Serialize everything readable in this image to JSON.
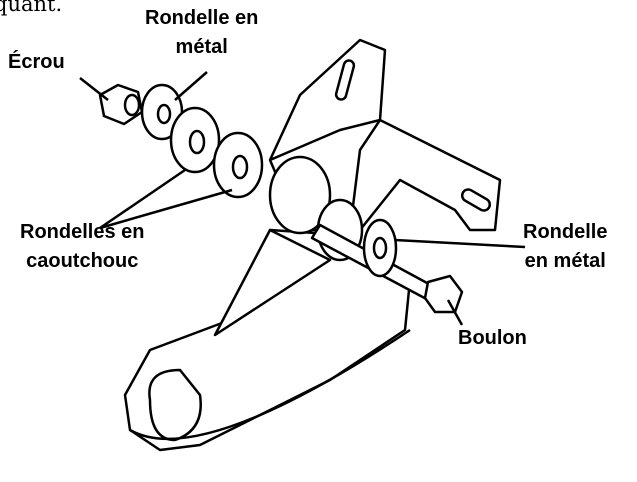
{
  "top_text": "quant.",
  "labels": {
    "metal_washer_top": [
      "Rondelle en",
      "métal"
    ],
    "nut": "Écrou",
    "rubber_washers": [
      "Rondelles en",
      "caoutchouc"
    ],
    "metal_washer_right": [
      "Rondelle",
      "en métal"
    ],
    "bolt": "Boulon"
  }
}
